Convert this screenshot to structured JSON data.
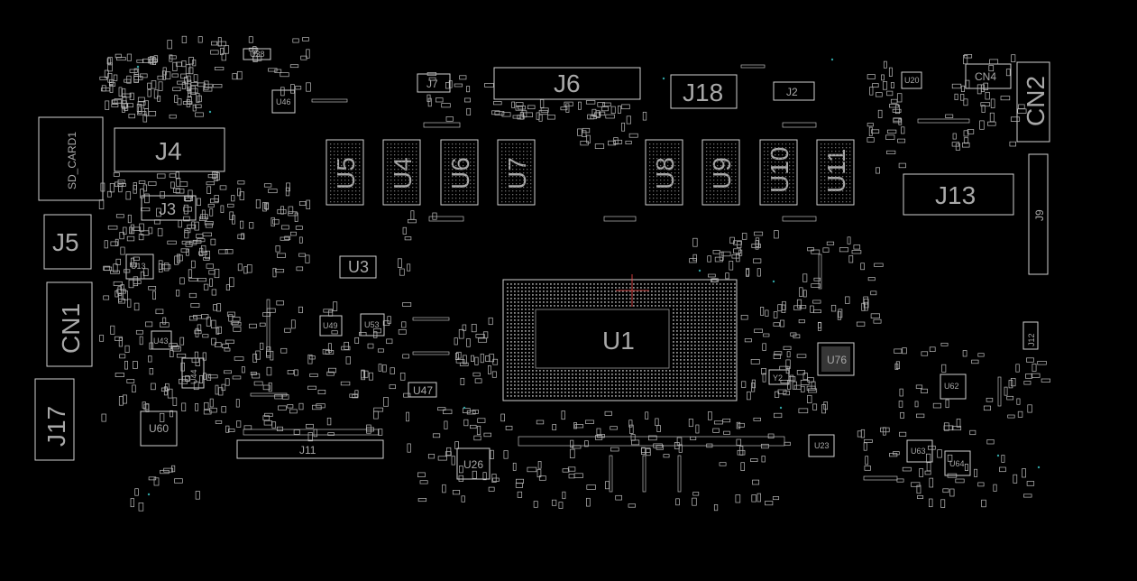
{
  "view": {
    "background": "#000000",
    "line_color": "#cfcfcf",
    "label_color": "#a8a8a8",
    "accent": "#2fa3a3",
    "marker_color": "#ff4b4b"
  },
  "labels": {
    "u1": "U1",
    "u3": "U3",
    "u4": "U4",
    "u5": "U5",
    "u6": "U6",
    "u7": "U7",
    "u8": "U8",
    "u9": "U9",
    "u10": "U10",
    "u11": "U11",
    "j2": "J2",
    "j3": "J3",
    "j4": "J4",
    "j5": "J5",
    "j6": "J6",
    "j7": "J7",
    "j9": "J9",
    "j11": "J11",
    "j12": "J12",
    "j13": "J13",
    "j17": "J17",
    "j18": "J18",
    "cn1": "CN1",
    "cn2": "CN2",
    "cn4": "CN4",
    "sd_card1": "SD_CARD1",
    "u13": "U13",
    "u20": "U20",
    "u23": "U23",
    "u26": "U26",
    "u38": "U38",
    "u43": "U43",
    "u44": "U44",
    "u46": "U46",
    "u47": "U47",
    "u49": "U49",
    "u53": "U53",
    "u60": "U60",
    "u62": "U62",
    "u63": "U63",
    "u64": "U64",
    "u76": "U76",
    "y2": "Y2"
  }
}
